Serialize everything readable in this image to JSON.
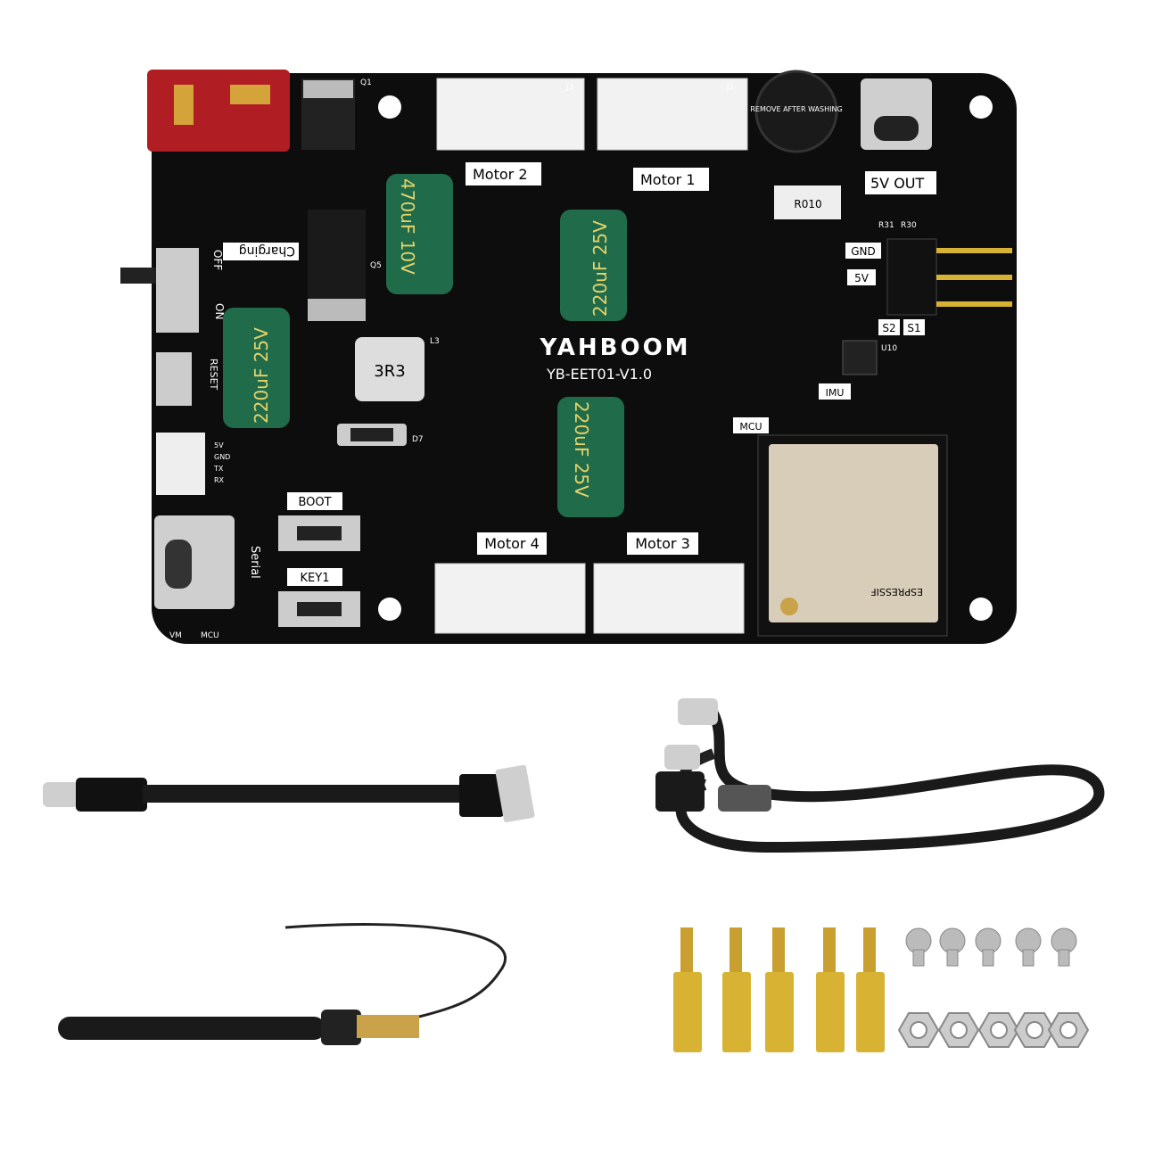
{
  "board": {
    "logo": "YAHBOOM",
    "model": "YB-EET01-V1.0",
    "motor_labels": [
      "Motor 2",
      "Motor 1",
      "Motor 4",
      "Motor 3"
    ],
    "out_label": "5V OUT",
    "boot_label": "BOOT",
    "key_label": "KEY1",
    "serial_label": "Serial",
    "charging_label": "Charging",
    "off_label": "OFF",
    "on_label": "ON",
    "reset_label": "RESET",
    "mcu_label": "MCU",
    "imu_label": "IMU",
    "pin_labels": [
      "GND",
      "5V",
      "S2",
      "S1"
    ],
    "inductor_label": "3R3",
    "resistor_label": "R010",
    "refs": [
      "Q1",
      "Q5",
      "J3",
      "J1",
      "L3",
      "D7",
      "U10",
      "R31",
      "R30"
    ],
    "capacitors": [
      "470uF 10V",
      "220uF 25V",
      "220uF 25V",
      "220uF 25V"
    ],
    "side_pins": [
      "5V",
      "GND",
      "TX",
      "RX"
    ],
    "bottom_labels": [
      "VM",
      "MCU"
    ],
    "buzzer_text": "REMOVE AFTER WASHING",
    "module_brand": "ESPRESSIF"
  },
  "colors": {
    "pcb": "#0d0d0d",
    "capacitor": "#1f6b4a",
    "connector": "#f2f2f2",
    "xt60": "#b01e24",
    "brass": "#d8b233"
  }
}
